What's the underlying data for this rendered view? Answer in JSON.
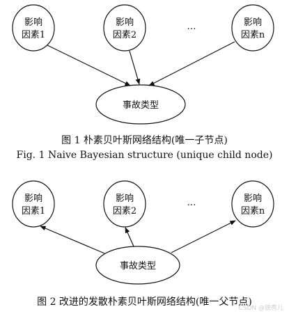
{
  "figure1": {
    "nodes": [
      {
        "line1": "影响",
        "line2": "因素1"
      },
      {
        "line1": "影响",
        "line2": "因素2"
      },
      {
        "line1": "影响",
        "line2": "因素n"
      }
    ],
    "ellipsis": "…",
    "event_node": "事故类型",
    "caption_cn": "图 1   朴素贝叶斯网络结构(唯一子节点)",
    "caption_en": "Fig. 1   Naive Bayesian structure (unique child node)"
  },
  "figure2": {
    "nodes": [
      {
        "line1": "影响",
        "line2": "因素1"
      },
      {
        "line1": "影响",
        "line2": "因素2"
      },
      {
        "line1": "影响",
        "line2": "因素n"
      }
    ],
    "ellipsis": "…",
    "event_node": "事故类型",
    "caption_cn": "图 2   改进的发散朴素贝叶斯网络结构(唯一父节点)"
  },
  "watermark": "CSDN @锐秀儿"
}
